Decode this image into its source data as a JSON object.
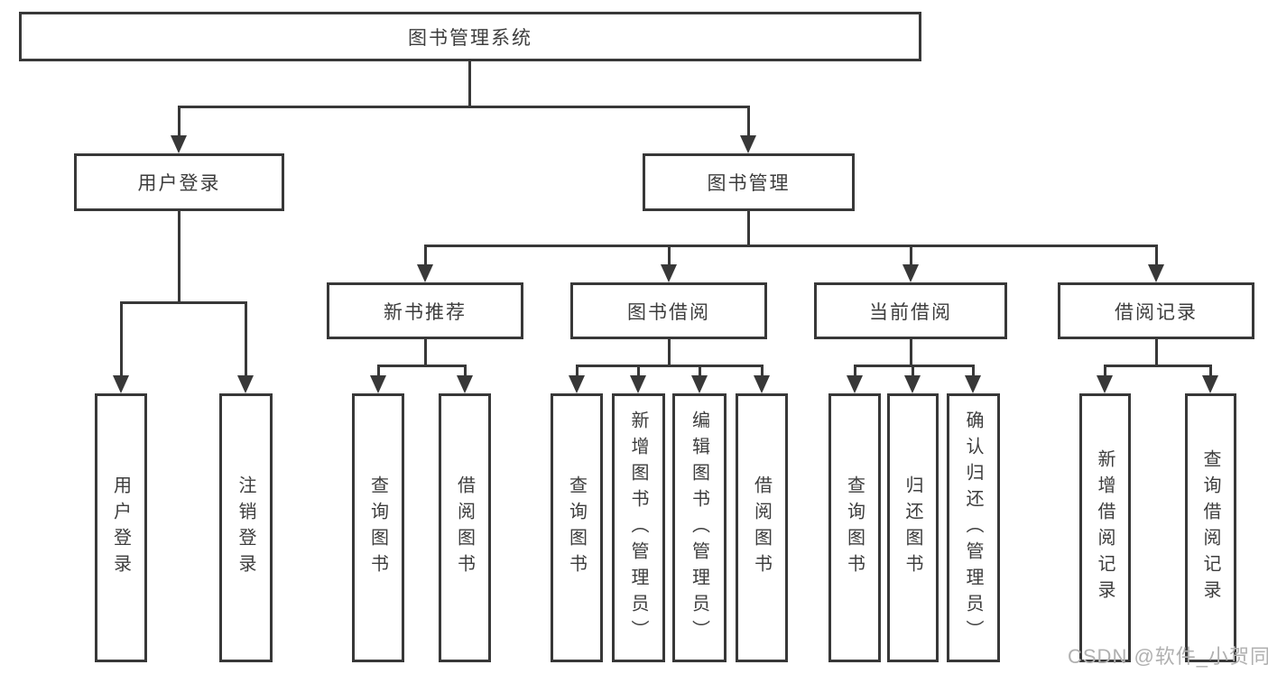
{
  "tree": {
    "root": {
      "label": "图书管理系统"
    },
    "branches": [
      {
        "label": "用户登录",
        "children": [
          {
            "label": "用户登录"
          },
          {
            "label": "注销登录"
          }
        ]
      },
      {
        "label": "图书管理",
        "children": [
          {
            "label": "新书推荐",
            "children": [
              {
                "label": "查询图书"
              },
              {
                "label": "借阅图书"
              }
            ]
          },
          {
            "label": "图书借阅",
            "children": [
              {
                "label": "查询图书"
              },
              {
                "label": "新增图书（管理员）"
              },
              {
                "label": "编辑图书（管理员）"
              },
              {
                "label": "借阅图书"
              }
            ]
          },
          {
            "label": "当前借阅",
            "children": [
              {
                "label": "查询图书"
              },
              {
                "label": "归还图书"
              },
              {
                "label": "确认归还（管理员）"
              }
            ]
          },
          {
            "label": "借阅记录",
            "children": [
              {
                "label": "新增借阅记录"
              },
              {
                "label": "查询借阅记录"
              }
            ]
          }
        ]
      }
    ]
  },
  "watermark": {
    "text": "CSDN @软件_小贺同学"
  },
  "colors": {
    "line": "#383838",
    "text": "#3d3d3d",
    "watermark": "#b0b0b0"
  }
}
